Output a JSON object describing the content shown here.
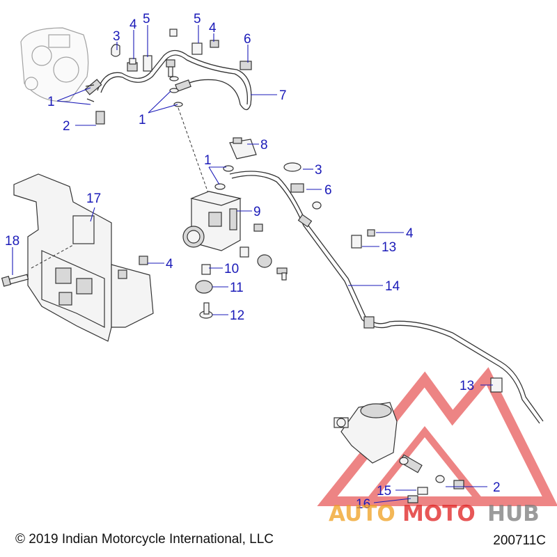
{
  "callouts": [
    {
      "n": "1"
    },
    {
      "n": "1"
    },
    {
      "n": "1"
    },
    {
      "n": "2"
    },
    {
      "n": "2"
    },
    {
      "n": "3"
    },
    {
      "n": "3"
    },
    {
      "n": "4"
    },
    {
      "n": "4"
    },
    {
      "n": "4"
    },
    {
      "n": "4"
    },
    {
      "n": "5"
    },
    {
      "n": "5"
    },
    {
      "n": "6"
    },
    {
      "n": "6"
    },
    {
      "n": "7"
    },
    {
      "n": "8"
    },
    {
      "n": "9"
    },
    {
      "n": "10"
    },
    {
      "n": "11"
    },
    {
      "n": "12"
    },
    {
      "n": "13"
    },
    {
      "n": "13"
    },
    {
      "n": "14"
    },
    {
      "n": "15"
    },
    {
      "n": "16"
    },
    {
      "n": "17"
    },
    {
      "n": "18"
    }
  ],
  "footer": {
    "copyright": "© 2019 Indian Motorcycle International, LLC",
    "doc_number": "200711C"
  },
  "watermark": {
    "part1": "AUTO",
    "part2": "MOTO",
    "part3": "HUB"
  },
  "colors": {
    "callout": "#1a1ab8",
    "watermark_red": "#e02020",
    "watermark_orange": "#f0a020",
    "watermark_gray": "#7a7a7a"
  }
}
